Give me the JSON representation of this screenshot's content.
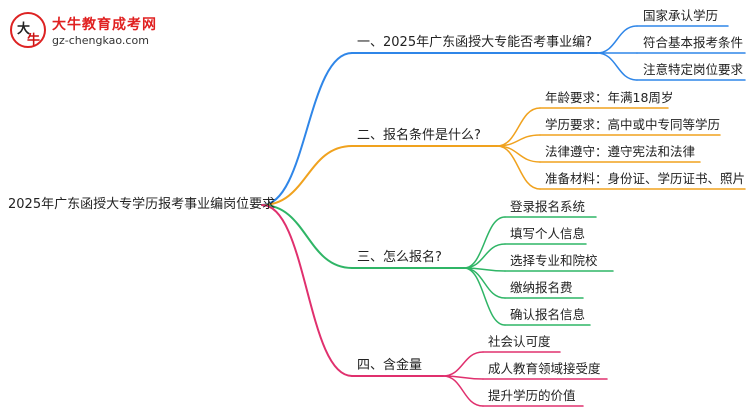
{
  "logo": {
    "mark_top": "大",
    "mark_bottom": "牛",
    "title": "大牛教育成考网",
    "url": "gz-chengkao.com"
  },
  "colors": {
    "branch1": "#2f86e8",
    "branch2": "#f0a21e",
    "branch3": "#2fb566",
    "branch4": "#e0306e",
    "logo_red": "#e02020"
  },
  "mindmap": {
    "root": "2025年广东函授大专学历报考事业编岗位要求",
    "branches": [
      {
        "label": "一、2025年广东函授大专能否考事业编?",
        "color": "#2f86e8",
        "children": [
          "国家承认学历",
          "符合基本报考条件",
          "注意特定岗位要求"
        ]
      },
      {
        "label": "二、报名条件是什么?",
        "color": "#f0a21e",
        "children": [
          "年龄要求：年满18周岁",
          "学历要求：高中或中专同等学历",
          "法律遵守：遵守宪法和法律",
          "准备材料：身份证、学历证书、照片"
        ]
      },
      {
        "label": "三、怎么报名?",
        "color": "#2fb566",
        "children": [
          "登录报名系统",
          "填写个人信息",
          "选择专业和院校",
          "缴纳报名费",
          "确认报名信息"
        ]
      },
      {
        "label": "四、含金量",
        "color": "#e0306e",
        "children": [
          "社会认可度",
          "成人教育领域接受度",
          "提升学历的价值"
        ]
      }
    ]
  }
}
